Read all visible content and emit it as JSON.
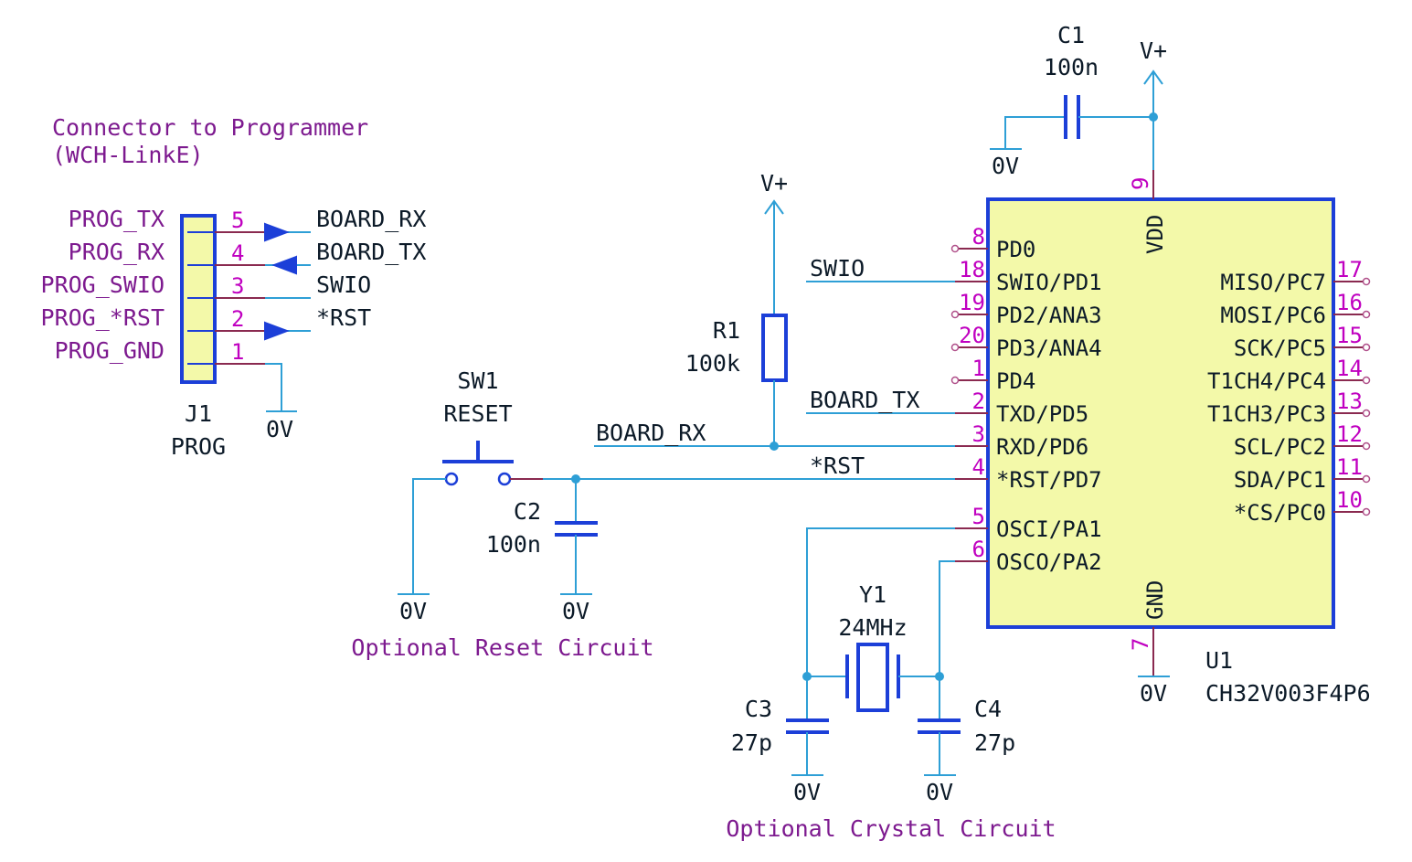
{
  "connector": {
    "title_line1": "Connector to Programmer",
    "title_line2": "(WCH-LinkE)",
    "ref": "J1",
    "value": "PROG",
    "pins": [
      {
        "num": "5",
        "name": "PROG_TX",
        "net": "BOARD_RX"
      },
      {
        "num": "4",
        "name": "PROG_RX",
        "net": "BOARD_TX"
      },
      {
        "num": "3",
        "name": "PROG_SWIO",
        "net": "SWIO"
      },
      {
        "num": "2",
        "name": "PROG_*RST",
        "net": "*RST"
      },
      {
        "num": "1",
        "name": "PROG_GND",
        "net": ""
      }
    ],
    "gnd_label": "0V"
  },
  "c1": {
    "ref": "C1",
    "value": "100n",
    "gnd_label": "0V"
  },
  "vplus_top": "V+",
  "vplus_r1": "V+",
  "r1": {
    "ref": "R1",
    "value": "100k"
  },
  "sw1": {
    "ref": "SW1",
    "value": "RESET",
    "gnd_label": "0V"
  },
  "c2": {
    "ref": "C2",
    "value": "100n",
    "gnd_label": "0V"
  },
  "reset_note": "Optional Reset Circuit",
  "nets": {
    "swio": "SWIO",
    "board_tx": "BOARD_TX",
    "board_rx": "BOARD_RX",
    "rst": "*RST"
  },
  "y1": {
    "ref": "Y1",
    "value": "24MHz"
  },
  "c3": {
    "ref": "C3",
    "value": "27p",
    "gnd_label": "0V"
  },
  "c4": {
    "ref": "C4",
    "value": "27p",
    "gnd_label": "0V"
  },
  "crystal_note": "Optional Crystal Circuit",
  "u1": {
    "ref": "U1",
    "value": "CH32V003F4P6",
    "gnd_label": "0V",
    "vdd": {
      "num": "9",
      "name": "VDD"
    },
    "gnd": {
      "num": "7",
      "name": "GND"
    },
    "left_pins": [
      {
        "num": "8",
        "name": "PD0"
      },
      {
        "num": "18",
        "name": "SWIO/PD1"
      },
      {
        "num": "19",
        "name": "PD2/ANA3"
      },
      {
        "num": "20",
        "name": "PD3/ANA4"
      },
      {
        "num": "1",
        "name": "PD4"
      },
      {
        "num": "2",
        "name": "TXD/PD5"
      },
      {
        "num": "3",
        "name": "RXD/PD6"
      },
      {
        "num": "4",
        "name": "*RST/PD7"
      },
      {
        "num": "5",
        "name": "OSCI/PA1"
      },
      {
        "num": "6",
        "name": "OSCO/PA2"
      }
    ],
    "right_pins": [
      {
        "num": "17",
        "name": "MISO/PC7"
      },
      {
        "num": "16",
        "name": "MOSI/PC6"
      },
      {
        "num": "15",
        "name": "SCK/PC5"
      },
      {
        "num": "14",
        "name": "T1CH4/PC4"
      },
      {
        "num": "13",
        "name": "T1CH3/PC3"
      },
      {
        "num": "12",
        "name": "SCL/PC2"
      },
      {
        "num": "11",
        "name": "SDA/PC1"
      },
      {
        "num": "10",
        "name": "*CS/PC0"
      }
    ]
  }
}
